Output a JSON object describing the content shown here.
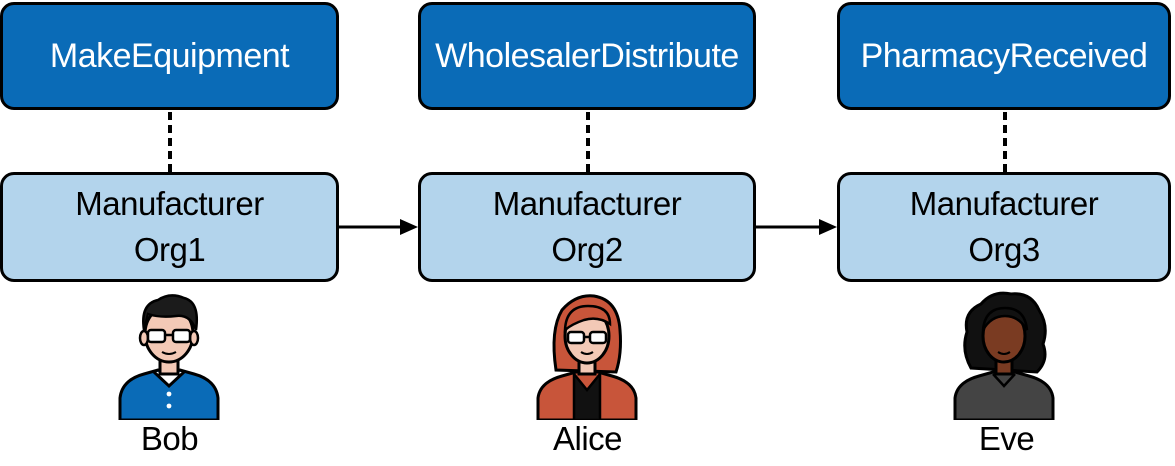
{
  "stages": [
    {
      "function_label": "MakeEquipment",
      "org_line1": "Manufacturer",
      "org_line2": "Org1",
      "person": "Bob"
    },
    {
      "function_label": "WholesalerDistribute",
      "org_line1": "Manufacturer",
      "org_line2": "Org2",
      "person": "Alice"
    },
    {
      "function_label": "PharmacyReceived",
      "org_line1": "Manufacturer",
      "org_line2": "Org3",
      "person": "Eve"
    }
  ],
  "colors": {
    "function_box_fill": "#0a6bb7",
    "org_box_fill": "#b3d4ec",
    "outline": "#000000",
    "skin_light": "#f3c9b6",
    "skin_dark": "#7a3b22",
    "bob_shirt": "#0a6bb7",
    "alice_jacket": "#c8553a",
    "eve_top": "#444444"
  }
}
